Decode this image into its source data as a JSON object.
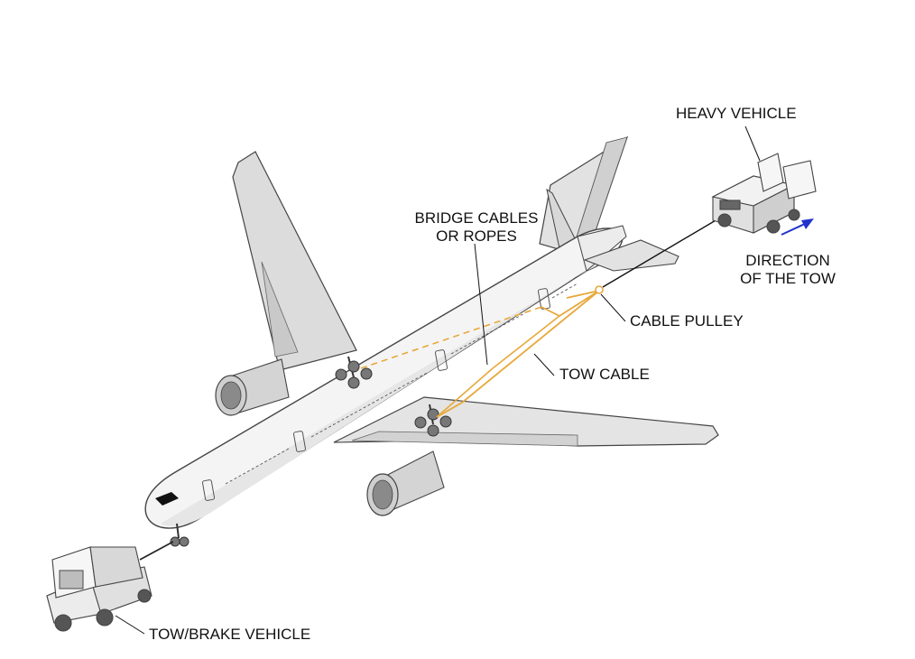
{
  "labels": {
    "heavy_vehicle": "HEAVY VEHICLE",
    "bridge_cables_line1": "BRIDGE CABLES",
    "bridge_cables_line2": "OR ROPES",
    "direction_line1": "DIRECTION",
    "direction_line2": "OF THE TOW",
    "cable_pulley": "CABLE PULLEY",
    "tow_cable": "TOW CABLE",
    "tow_brake_vehicle": "TOW/BRAKE VEHICLE"
  },
  "colors": {
    "cable": "#e8a83a",
    "direction_arrow": "#2233cc",
    "aircraft_fill": "#f4f4f4",
    "aircraft_shade": "#d9d9d9",
    "outline": "#444444"
  }
}
